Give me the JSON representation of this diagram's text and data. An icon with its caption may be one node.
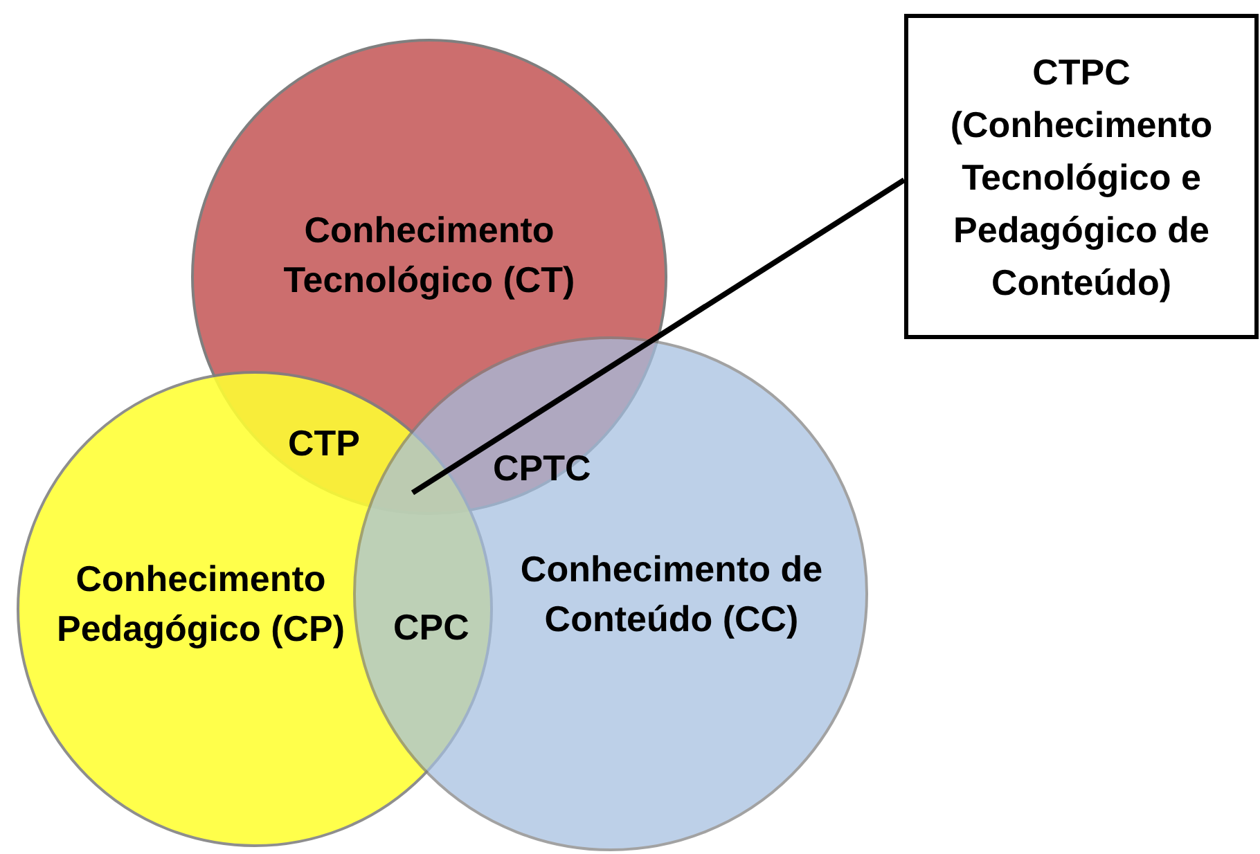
{
  "diagram": {
    "nodes": [
      {
        "text": [
          "Conhecimento Tecnológico (CT)"
        ]
      },
      {
        "text": [
          "Conhecimento Pedagógico (CP)"
        ]
      },
      {
        "text": [
          "Conhecimento de Conteúdo (CC)"
        ]
      },
      {
        "text": [
          "CTPC (Conhecimento Tecnológico e Pedagógico de Conteúdo)"
        ]
      }
    ],
    "edges": [
      {
        "from": 3,
        "to": 0,
        "arrow": "none"
      }
    ],
    "labels": [
      "CTP",
      "CPTC",
      "CPC"
    ]
  }
}
